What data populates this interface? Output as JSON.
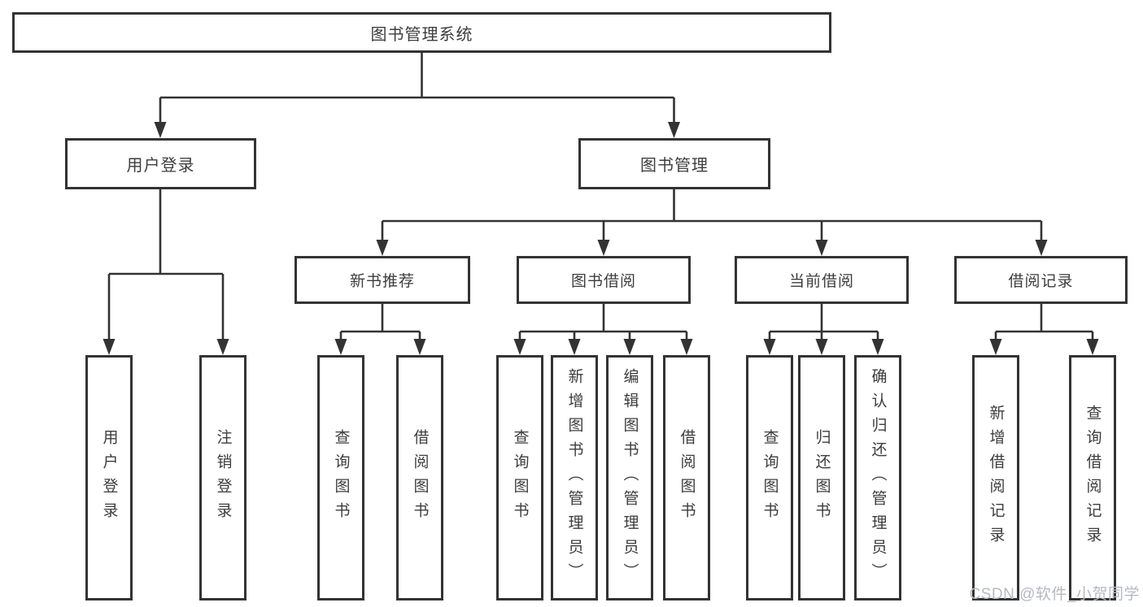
{
  "diagram": {
    "type": "hierarchy-tree",
    "title": "图书管理系统",
    "tree": {
      "label": "图书管理系统",
      "children": [
        {
          "label": "用户登录",
          "children": [
            {
              "label": "用户登录"
            },
            {
              "label": "注销登录"
            }
          ]
        },
        {
          "label": "图书管理",
          "children": [
            {
              "label": "新书推荐",
              "children": [
                {
                  "label": "查询图书"
                },
                {
                  "label": "借阅图书"
                }
              ]
            },
            {
              "label": "图书借阅",
              "children": [
                {
                  "label": "查询图书"
                },
                {
                  "label": "新增图书（管理员）"
                },
                {
                  "label": "编辑图书（管理员）"
                },
                {
                  "label": "借阅图书"
                }
              ]
            },
            {
              "label": "当前借阅",
              "children": [
                {
                  "label": "查询图书"
                },
                {
                  "label": "归还图书"
                },
                {
                  "label": "确认归还（管理员）"
                }
              ]
            },
            {
              "label": "借阅记录",
              "children": [
                {
                  "label": "新增借阅记录"
                },
                {
                  "label": "查询借阅记录"
                }
              ]
            }
          ]
        }
      ]
    },
    "colors": {
      "background": "#ffffff",
      "box_border": "#333333",
      "line": "#333333",
      "text": "#3d3d3d"
    }
  },
  "watermark": {
    "text": "CSDN @软件_小贺同学",
    "color": "#b5bac1"
  }
}
